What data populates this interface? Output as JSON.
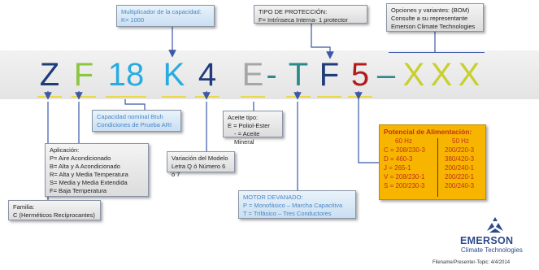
{
  "code": {
    "chars": [
      "Z",
      "F",
      "18",
      "K",
      "4",
      "E",
      "-",
      "T",
      "F",
      "5",
      "–",
      "X",
      "X",
      "X"
    ]
  },
  "colors": {
    "navy": "#1f3b7a",
    "green": "#8cc63f",
    "cyan": "#29abe2",
    "grey": "#a6a6a6",
    "teal": "#2a8a8a",
    "darkred": "#b31b1b",
    "yellowgreen": "#c8cf2e",
    "arrow": "#3b57a8",
    "orange_bg": "#f7b500"
  },
  "boxes": {
    "multiplicador": {
      "title": "Multiplicador  de  la capacidad:",
      "line1": "K= 1000"
    },
    "proteccion": {
      "title": "TIPO DE PROTECCIÓN:",
      "line1": "F= Intrínseca Interna-  1 protector"
    },
    "opciones": {
      "title": "Opciones y variantes: (BOM)",
      "line1": "Consulte a su representante",
      "line2": "Emerson Climate Technologies"
    },
    "capacidad": {
      "line1": "Capacidad  nominal Btuh",
      "line2": "Condiciones de Prueba ARI"
    },
    "aceite": {
      "title": "Aceite tipo:",
      "line1": "E = Poliol-Ester",
      "line2": "- = Aceite Mineral"
    },
    "aplicacion": {
      "title": "Aplicación:",
      "items": [
        "P= Aire Acondicionado",
        "B= Alta y A Acondicionado",
        "R= Alta y Media Temperatura",
        "S= Media y Media Extendida",
        "F= Baja Temperatura"
      ]
    },
    "variacion": {
      "line1": "Variación del Modelo",
      "line2": "Letra Q ó Número 6 ó 7"
    },
    "familia": {
      "title": "Familia:",
      "line1": "C (Herméticos Recíprocantes)"
    },
    "motor": {
      "title": "MOTOR DEVANADO:",
      "line1": "P = Monofásico –  Marcha Capacitiva",
      "line2": "T = Trifásico – Tres Conductores"
    },
    "potencia": {
      "title": "Potencial de Alimentación:",
      "header": [
        "60  Hz",
        "50  Hz"
      ],
      "rows": [
        [
          "C = 208/230-3",
          "200/220-3"
        ],
        [
          "D = 460-3",
          "380/420-3"
        ],
        [
          "J = 265-1",
          "200/240-1"
        ],
        [
          "V = 208/230-1",
          "200/220-1"
        ],
        [
          "S = 200/230-3",
          "200/240-3"
        ]
      ]
    }
  },
  "logo": {
    "brand": "EMERSON",
    "tagline": "Climate Technologies"
  },
  "footer": "Filename/Presenter-Topic:  4/4/2014"
}
